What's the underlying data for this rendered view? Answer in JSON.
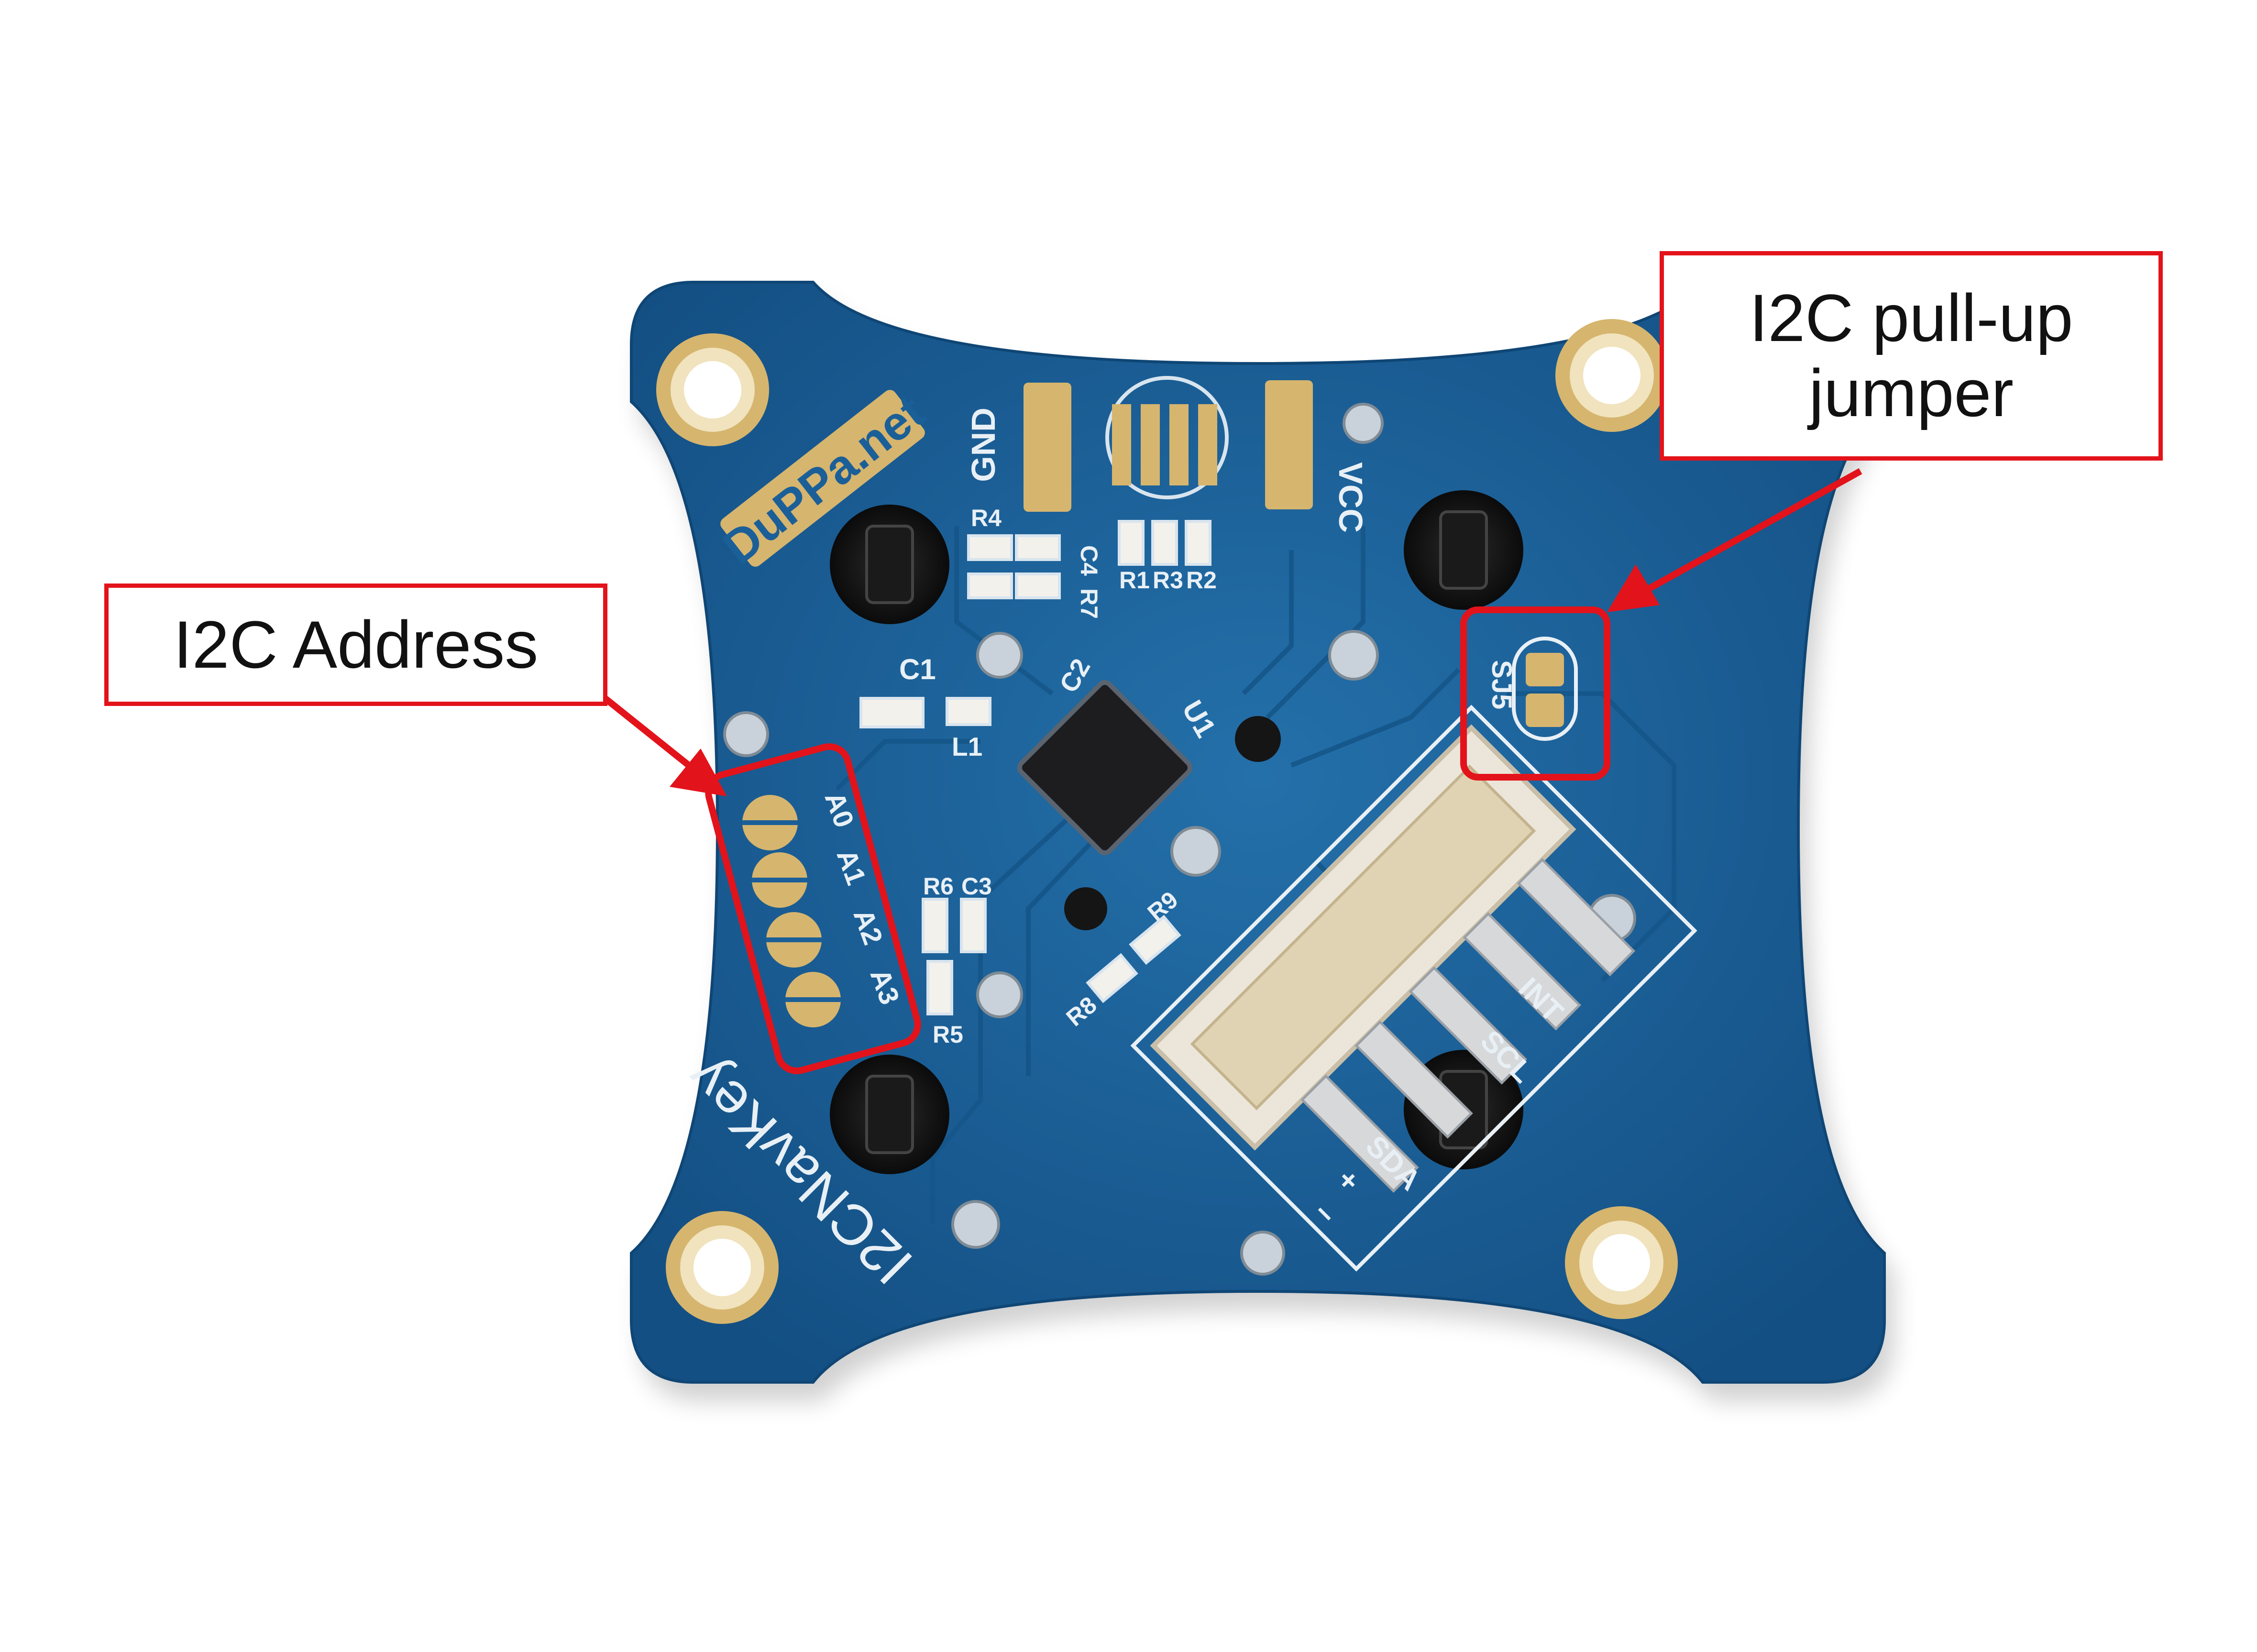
{
  "callouts": {
    "address": {
      "line1": "I2C Address"
    },
    "pullup": {
      "line1": "I2C pull-up",
      "line2": "jumper"
    }
  },
  "board": {
    "logo": "DuPPa.net",
    "name": "I2CNavKey",
    "pads": [
      "A0",
      "A1",
      "A2",
      "A3"
    ],
    "jumper": "SJ5",
    "chip": "U1",
    "power_labels": [
      "GND",
      "VCC"
    ],
    "connector_pins": [
      "INT",
      "SCL",
      "SDA",
      "+",
      "−"
    ],
    "components": [
      "C1",
      "C2",
      "L1",
      "R4",
      "C4",
      "R7",
      "R1",
      "R3",
      "R2",
      "R6",
      "C3",
      "R5",
      "R9",
      "R8"
    ]
  },
  "colors": {
    "pcb": "#1b5f98",
    "callout": "#e3131b",
    "gold": "#d6b56e",
    "connector": "#ece6da"
  }
}
